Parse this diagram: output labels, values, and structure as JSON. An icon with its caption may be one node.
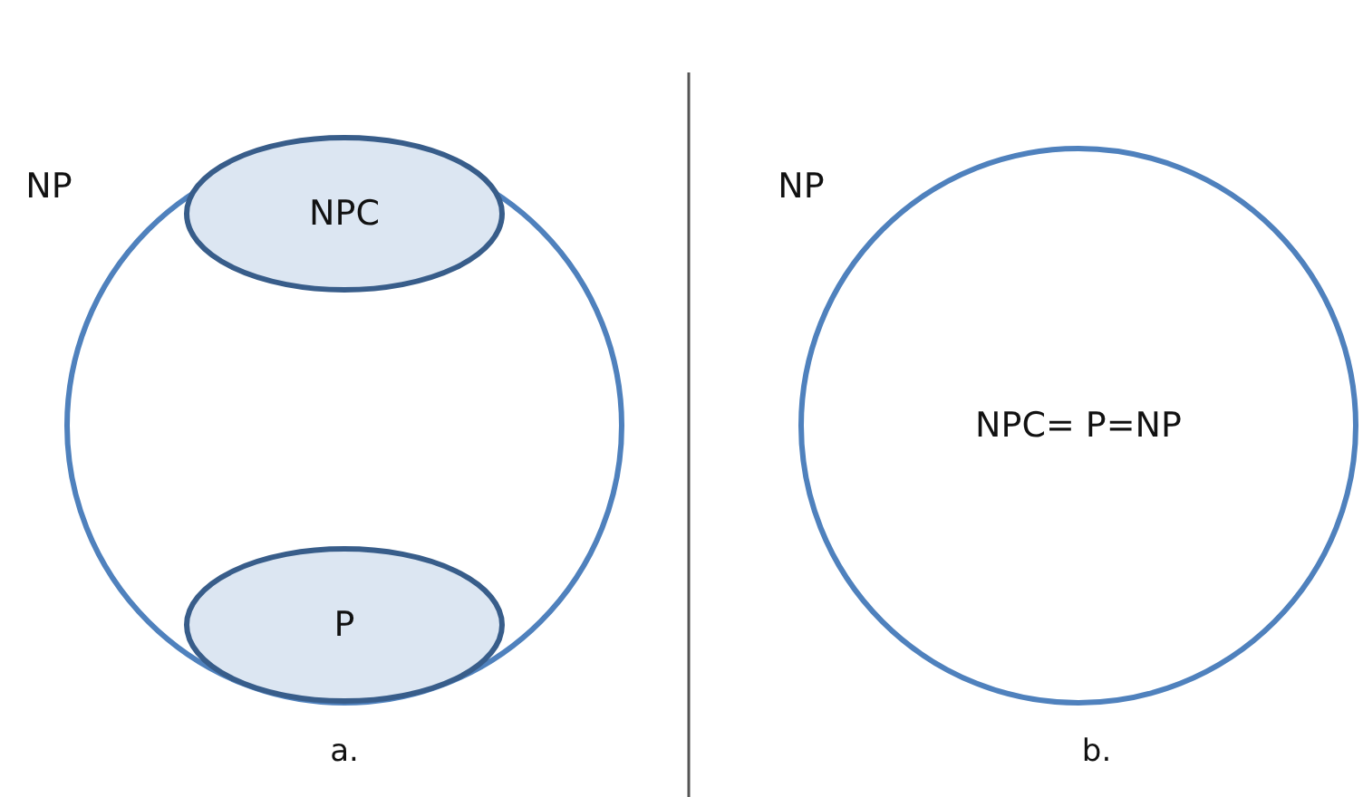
{
  "diagram": {
    "nodes": [
      {
        "text": [
          "NP"
        ]
      },
      {
        "text": [
          "NPC"
        ],
        "in": 0
      },
      {
        "text": [
          "P"
        ],
        "in": 0
      },
      {
        "text": [
          "NP",
          "NPC= P=NP"
        ]
      }
    ],
    "labels": [
      "a.",
      "b."
    ]
  }
}
